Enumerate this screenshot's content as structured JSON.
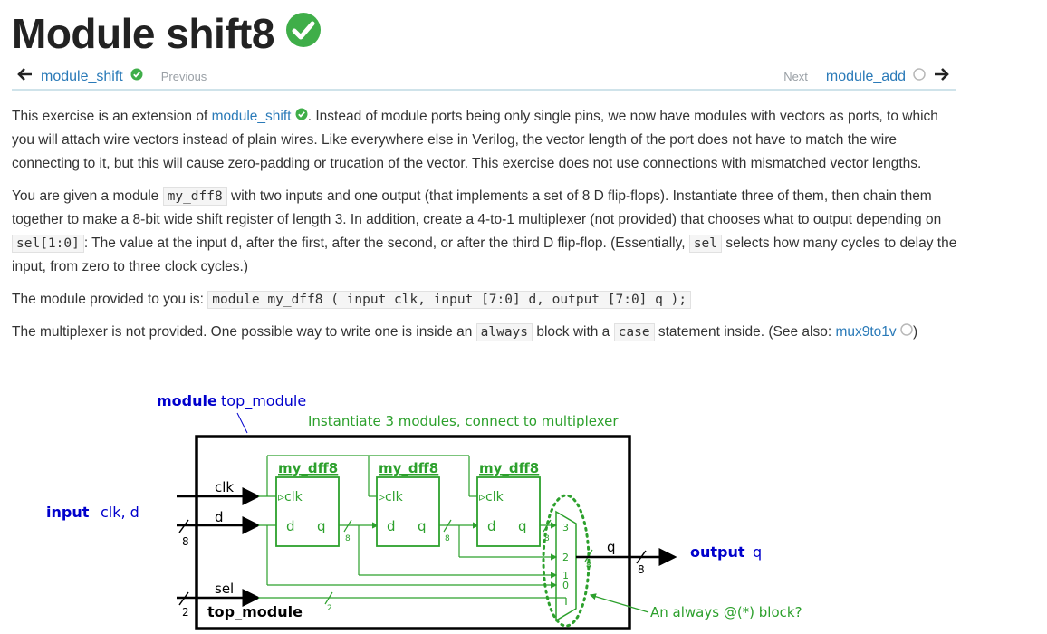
{
  "title": "Module shift8",
  "nav": {
    "prev_link": "module_shift",
    "prev_label": "Previous",
    "next_label": "Next",
    "next_link": "module_add"
  },
  "p1": {
    "a": "This exercise is an extension of ",
    "link": "module_shift",
    "b": ". Instead of module ports being only single pins, we now have modules with vectors as ports, to which you will attach wire vectors instead of plain wires. Like everywhere else in Verilog, the vector length of the port does not have to match the wire connecting to it, but this will cause zero-padding or trucation of the vector. This exercise does not use connections with mismatched vector lengths."
  },
  "p2": {
    "a": "You are given a module ",
    "code1": "my_dff8",
    "b": " with two inputs and one output (that implements a set of 8 D flip-flops). Instantiate three of them, then chain them together to make a 8-bit wide shift register of length 3. In addition, create a 4-to-1 multiplexer (not provided) that chooses what to output depending on ",
    "code2": "sel[1:0]",
    "c": ": The value at the input d, after the first, after the second, or after the third D flip-flop. (Essentially, ",
    "code3": "sel",
    "d": " selects how many cycles to delay the input, from zero to three clock cycles.)"
  },
  "p3": {
    "a": "The module provided to you is: ",
    "code": "module my_dff8 ( input clk, input [7:0] d, output [7:0] q );"
  },
  "p4": {
    "a": "The multiplexer is not provided. One possible way to write one is inside an ",
    "code1": "always",
    "b": " block with a ",
    "code2": "case",
    "c": " statement inside. (See also: ",
    "link": "mux9to1v",
    "d": ")"
  },
  "diagram": {
    "module_kw": "module",
    "module_name": "top_module",
    "instantiate_note": "Instantiate 3 modules, connect to multiplexer",
    "dff_name": "my_dff8",
    "clk_port": "clk",
    "d_port": "d",
    "q_port": "q",
    "input_kw": "input",
    "input_names": "clk, d",
    "clk_label": "clk",
    "d_label": "d",
    "sel_label": "sel",
    "q_label": "q",
    "output_kw": "output",
    "output_name": "q",
    "bottom_label": "top_module",
    "width8": "8",
    "width2": "2",
    "mux_inputs": [
      "3",
      "2",
      "1",
      "0"
    ],
    "always_note": "An always @(*) block?"
  },
  "colors": {
    "green": "#2ca02c",
    "blue": "#0000cc",
    "link": "#2a7ab8",
    "check": "#3fae49"
  }
}
